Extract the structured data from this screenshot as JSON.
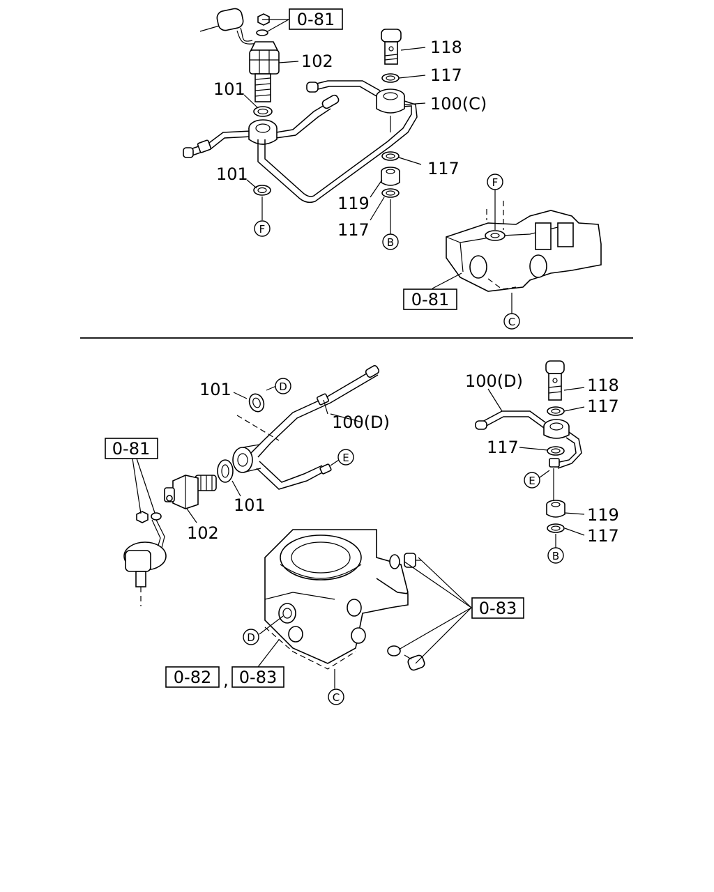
{
  "upper": {
    "ref_top": "0-81",
    "ref_bottom": "0-81",
    "callouts": {
      "p118": "118",
      "p102": "102",
      "p117a": "117",
      "p101a": "101",
      "p100c": "100(C)",
      "p101b": "101",
      "p117b": "117",
      "p119": "119",
      "p117c": "117"
    },
    "circles": {
      "F_top": "F",
      "F_bottom": "F",
      "B": "B",
      "C": "C"
    }
  },
  "lower": {
    "ref_left": "0-81",
    "ref_right": "0-83",
    "ref_bottom_1": "0-82",
    "ref_sep": ",",
    "ref_bottom_2": "0-83",
    "callouts": {
      "p101a": "101",
      "p100d_a": "100(D)",
      "p101b": "101",
      "p102": "102",
      "p100d_b": "100(D)",
      "p118": "118",
      "p117a": "117",
      "p117b": "117",
      "p119": "119",
      "p117c": "117"
    },
    "circles": {
      "D_top": "D",
      "E_mid": "E",
      "D_body": "D",
      "C": "C",
      "E_right": "E",
      "B": "B"
    }
  }
}
